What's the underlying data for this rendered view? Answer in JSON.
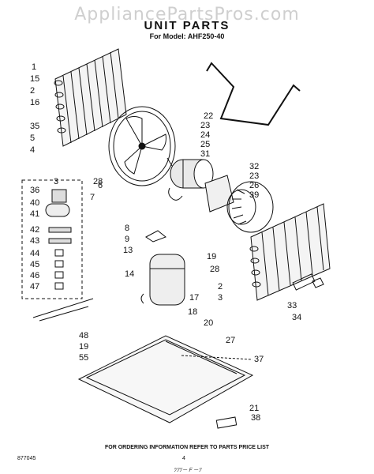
{
  "watermark": "AppliancePartsPros.com",
  "title": "UNIT PARTS",
  "model": "For Model: AHF250-40",
  "footer": "FOR ORDERING INFORMATION REFER TO PARTS PRICE LIST",
  "doc_code": "877045",
  "page_number": "4",
  "handwritten_note": "ﾂﾂﾂ－Ｆ－ﾂ",
  "callouts": [
    "1",
    "15",
    "2",
    "16",
    "35",
    "5",
    "4",
    "3",
    "28",
    "6",
    "7",
    "22",
    "23",
    "24",
    "25",
    "31",
    "32",
    "23",
    "26",
    "39",
    "36",
    "40",
    "41",
    "42",
    "43",
    "44",
    "45",
    "46",
    "47",
    "8",
    "9",
    "13",
    "14",
    "17",
    "18",
    "20",
    "27",
    "37",
    "19",
    "28",
    "2",
    "3",
    "33",
    "34",
    "48",
    "19",
    "55",
    "21",
    "38"
  ]
}
